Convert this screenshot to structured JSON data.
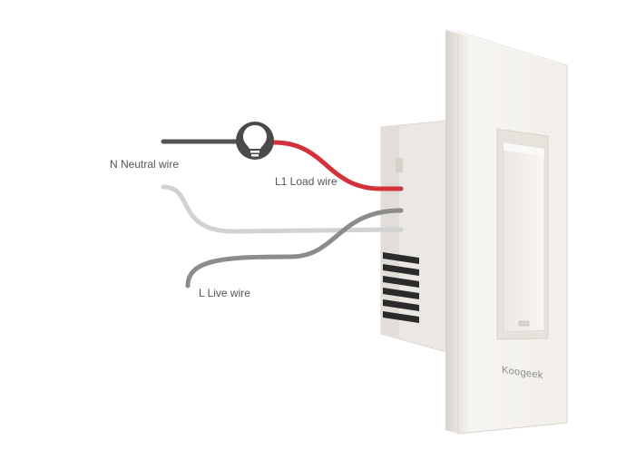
{
  "labels": {
    "neutral": "N Neutral wire",
    "load": "L1 Load wire",
    "live": "L Live wire"
  },
  "brand": "Koogeek",
  "icons": {
    "bulb": "light-bulb-icon"
  },
  "colors": {
    "neutral_wire": "#555555",
    "load_wire": "#d3323b",
    "live_wire": "#8c8c8c",
    "ground_wire": "#d2d2d2",
    "plate": "#f3f0ec",
    "bulb_badge": "#4a4a4a"
  }
}
